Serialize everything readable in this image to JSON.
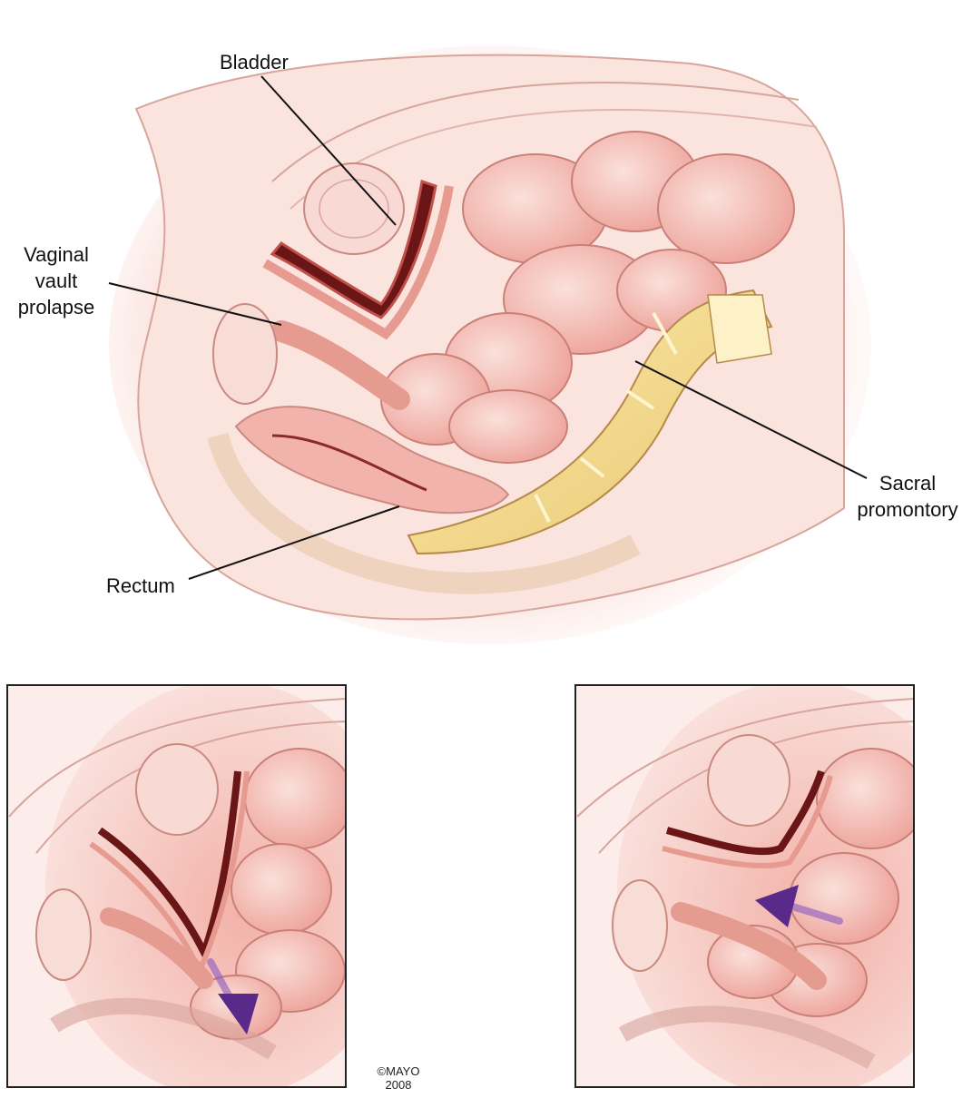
{
  "labels": {
    "bladder": "Bladder",
    "vaginal_vault_prolapse": [
      "Vaginal",
      "vault",
      "prolapse"
    ],
    "sacral_promontory": [
      "Sacral",
      "promontory"
    ],
    "rectum": "Rectum"
  },
  "copyright": [
    "©MAYO",
    "2008"
  ],
  "colors": {
    "tissue_pink": "#f6c9c3",
    "tissue_deep": "#e8948c",
    "outline": "#c98a80",
    "dark_lumen": "#6a1616",
    "bone": "#f3d98a",
    "arrow_purple": "#5a2a8a",
    "panel_border": "#222222"
  },
  "icons": [
    "arrow-down-icon",
    "arrow-left-icon"
  ]
}
